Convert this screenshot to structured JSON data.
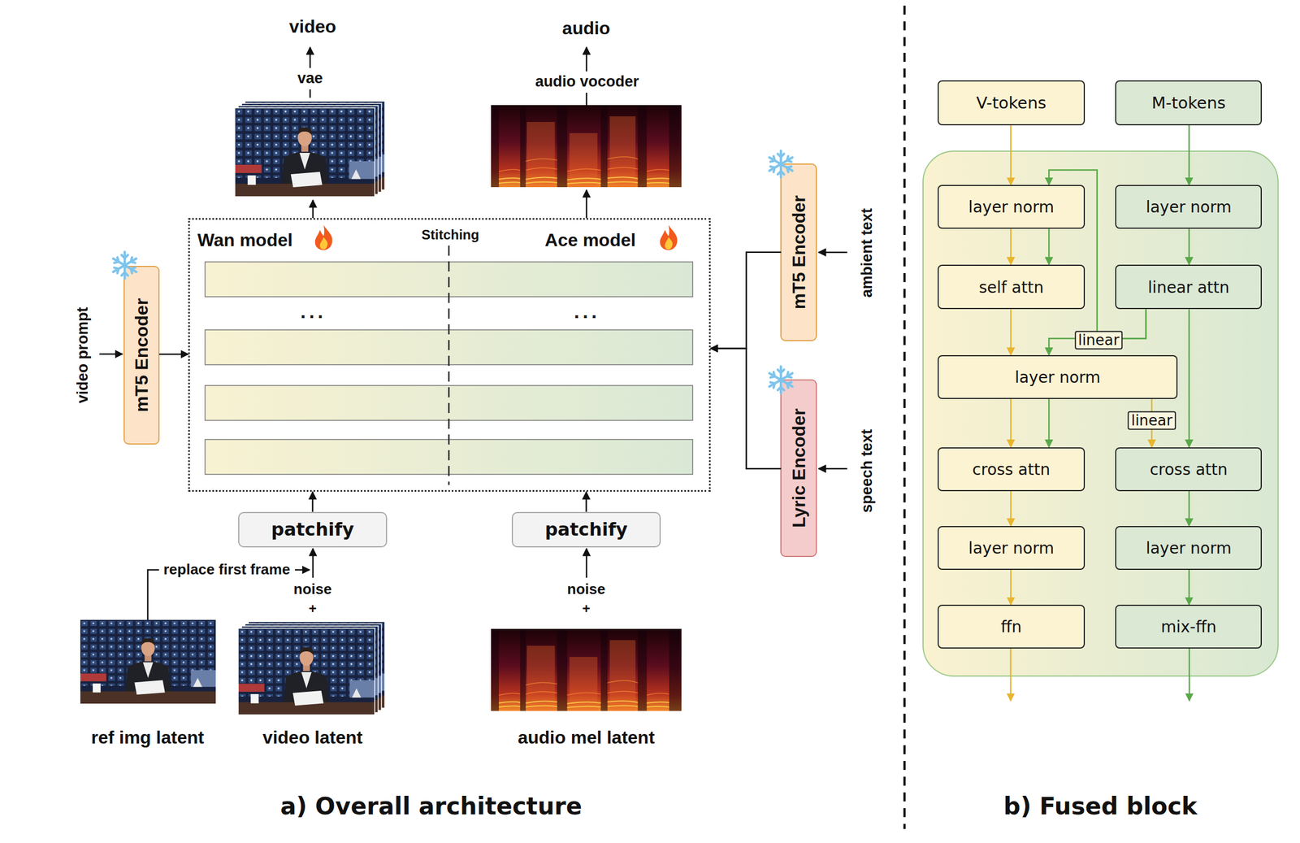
{
  "diagram": {
    "nodes": [
      {
        "text": [
          "mT5 Encoder"
        ]
      },
      {
        "text": [
          "Wan model",
          "Stitching",
          "Ace model"
        ]
      },
      {
        "text": [
          "patchify"
        ]
      },
      {
        "text": [
          "patchify"
        ]
      },
      {
        "text": [
          "mT5 Encoder"
        ]
      },
      {
        "text": [
          "Lyric Encoder"
        ]
      },
      {
        "text": [
          "V-tokens"
        ]
      },
      {
        "text": [
          "M-tokens"
        ]
      },
      {
        "text": [
          "layer norm"
        ]
      },
      {
        "text": [
          "layer norm"
        ]
      },
      {
        "text": [
          "self attn"
        ]
      },
      {
        "text": [
          "linear attn"
        ]
      },
      {
        "text": [
          "layer norm"
        ]
      },
      {
        "text": [
          "cross attn"
        ]
      },
      {
        "text": [
          "cross attn"
        ]
      },
      {
        "text": [
          "layer norm"
        ]
      },
      {
        "text": [
          "layer norm"
        ]
      },
      {
        "text": [
          "ffn"
        ]
      },
      {
        "text": [
          "mix-ffn"
        ]
      }
    ],
    "edges": [
      {
        "from": 0,
        "to": 1,
        "arrow": "to"
      },
      {
        "from": 2,
        "to": 1,
        "arrow": "to"
      },
      {
        "from": 3,
        "to": 1,
        "arrow": "to"
      },
      {
        "from": 4,
        "to": 1,
        "arrow": "to"
      },
      {
        "from": 5,
        "to": 1,
        "arrow": "to"
      },
      {
        "from": 6,
        "to": 8,
        "arrow": "to"
      },
      {
        "from": 7,
        "to": 9,
        "arrow": "to"
      },
      {
        "from": 8,
        "to": 10,
        "arrow": "to"
      },
      {
        "from": 8,
        "to": 10,
        "arrow": "to"
      },
      {
        "from": 9,
        "to": 11,
        "arrow": "to"
      },
      {
        "from": 11,
        "to": 8,
        "arrow": "to"
      },
      {
        "from": 11,
        "to": 12,
        "label": "linear",
        "arrow": "to"
      },
      {
        "from": 10,
        "to": 12,
        "arrow": "to"
      },
      {
        "from": 12,
        "to": 13,
        "arrow": "to"
      },
      {
        "from": 12,
        "to": 13,
        "arrow": "to"
      },
      {
        "from": 12,
        "to": 14,
        "label": "linear",
        "arrow": "to"
      },
      {
        "from": 11,
        "to": 14,
        "arrow": "to"
      },
      {
        "from": 13,
        "to": 15,
        "arrow": "to"
      },
      {
        "from": 15,
        "to": 17,
        "arrow": "to"
      },
      {
        "from": 14,
        "to": 16,
        "arrow": "to"
      },
      {
        "from": 16,
        "to": 18,
        "arrow": "to"
      }
    ],
    "labels": [
      "video",
      "vae",
      "audio",
      "audio vocoder",
      "video prompt",
      "...",
      "...",
      "replace first frame",
      "noise",
      "+",
      "noise",
      "+",
      "ambient text",
      "speech text",
      "ref img latent",
      "video latent",
      "audio mel latent",
      "a) Overall architecture",
      "b) Fused block"
    ]
  }
}
